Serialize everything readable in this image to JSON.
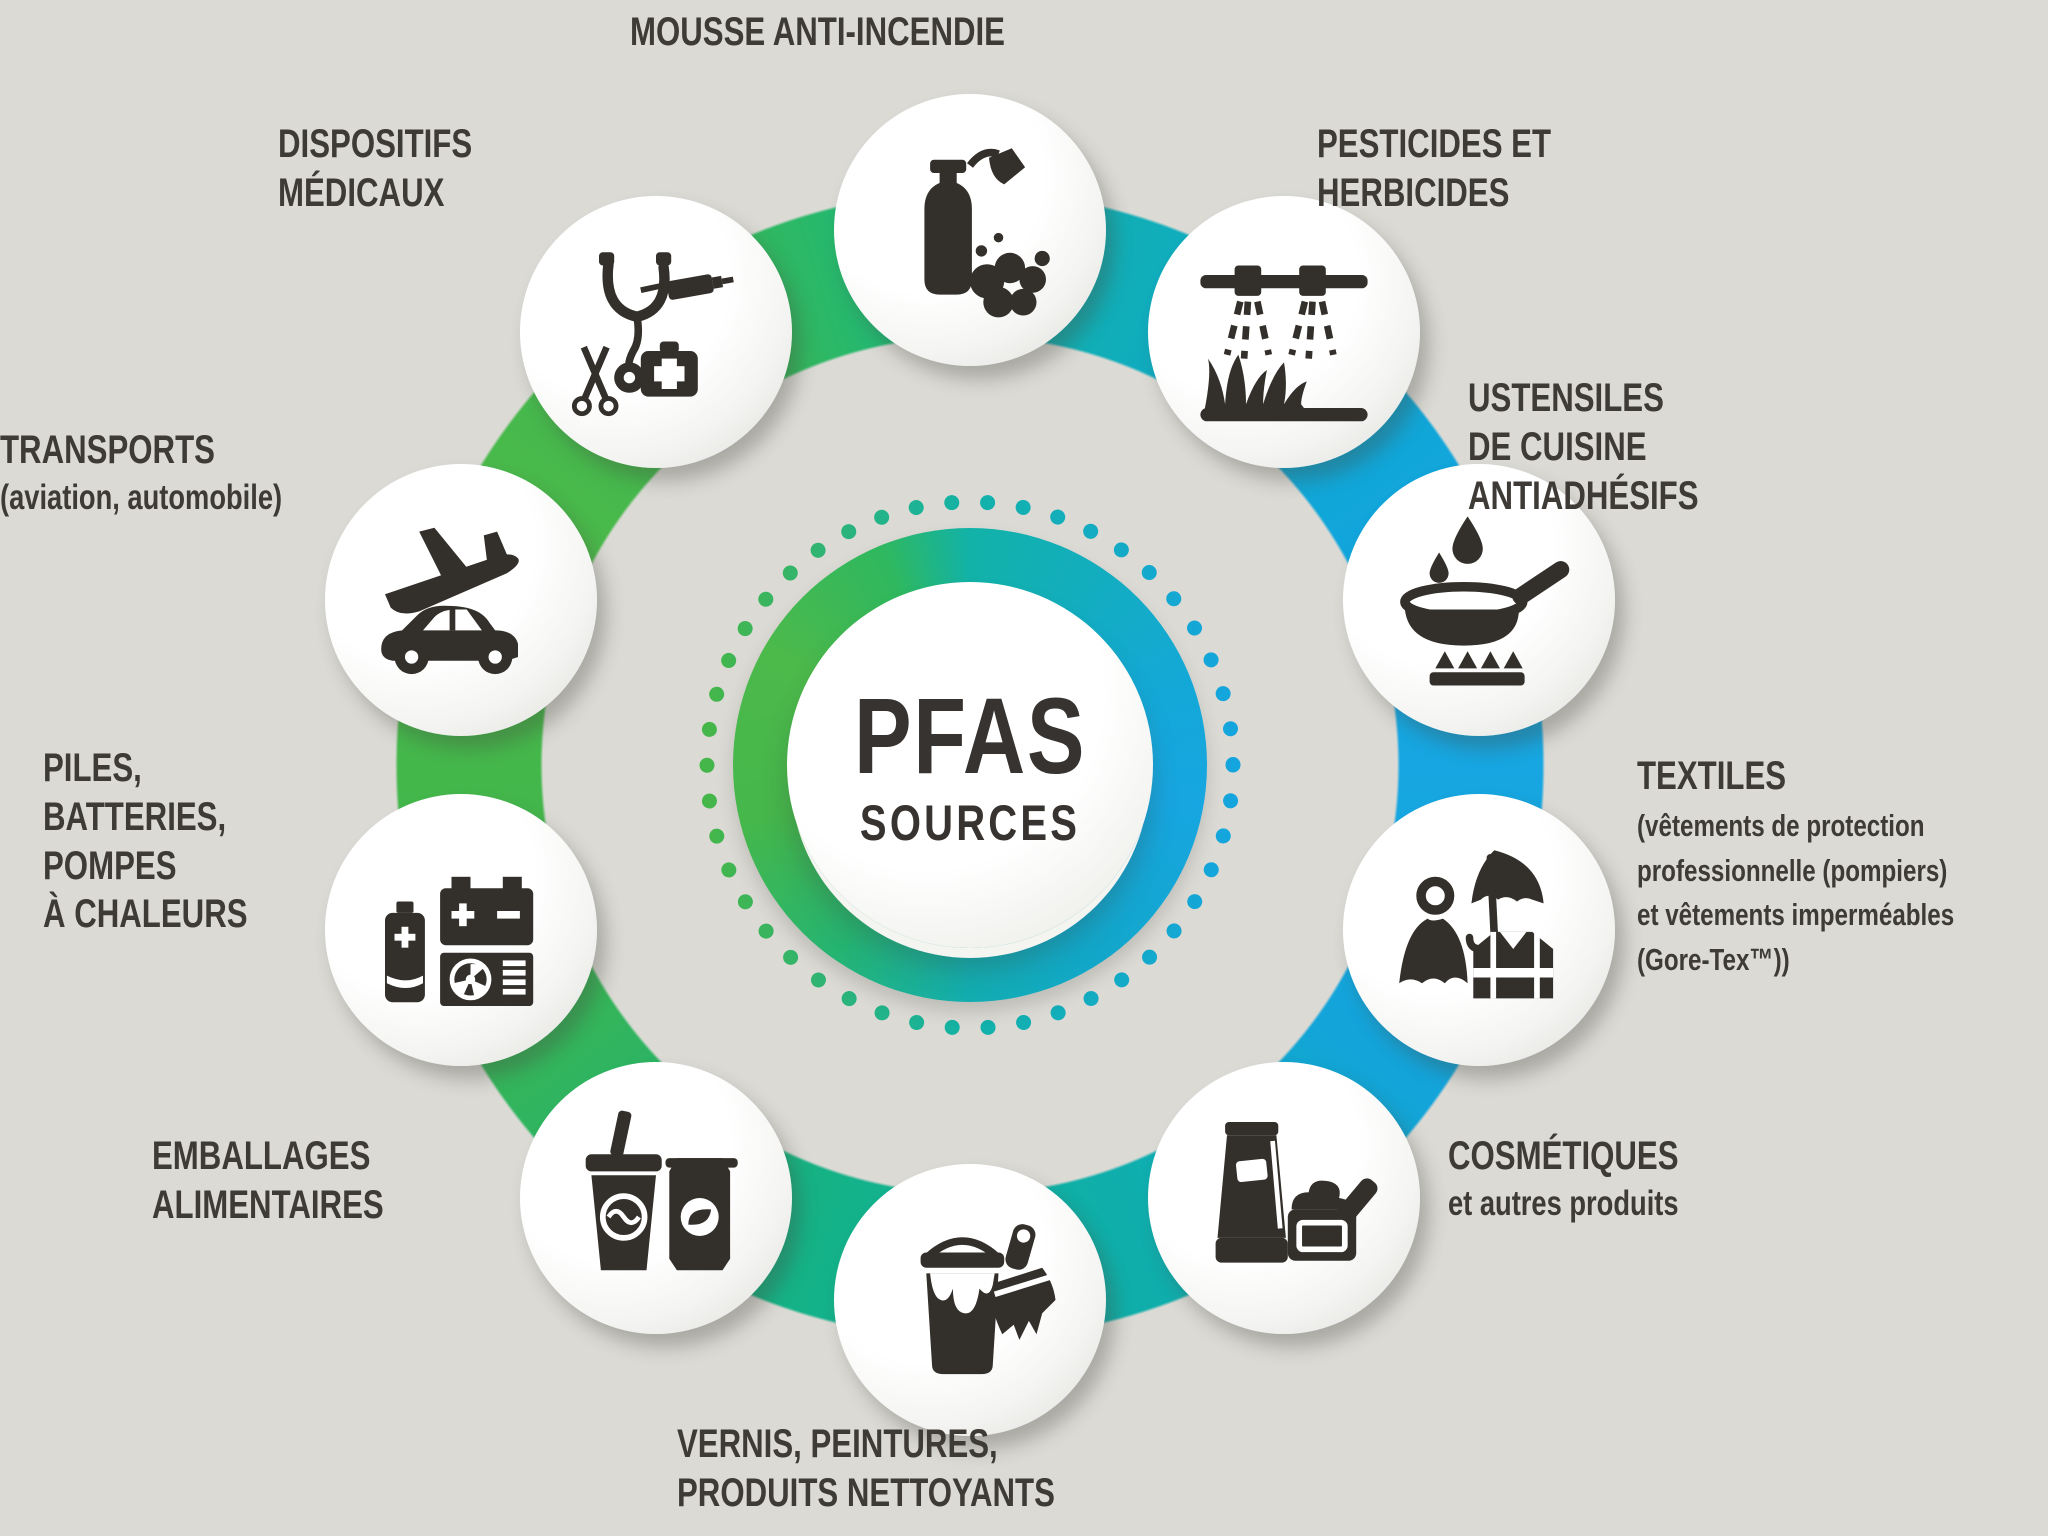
{
  "center": {
    "title": "PFAS",
    "subtitle": "SOURCES"
  },
  "colors": {
    "ring_green": "#45b649",
    "ring_teal": "#12b19b",
    "ring_blue": "#14a5de",
    "icon_dark": "#332f2a",
    "background": "#dbdad5",
    "label_text": "#3e3b37"
  },
  "items": [
    {
      "id": "mousse",
      "icon": "fire-extinguisher-icon",
      "lines": [
        "MOUSSE ANTI-INCENDIE"
      ],
      "sub": []
    },
    {
      "id": "pesticides",
      "icon": "crop-sprayer-icon",
      "lines": [
        "PESTICIDES ET",
        "HERBICIDES"
      ],
      "sub": []
    },
    {
      "id": "ustensiles",
      "icon": "frying-pan-icon",
      "lines": [
        "USTENSILES",
        "DE CUISINE",
        "ANTIADHÉSIFS"
      ],
      "sub": []
    },
    {
      "id": "textiles",
      "icon": "protective-clothing-icon",
      "lines": [
        "TEXTILES"
      ],
      "sub": [
        "(vêtements de protection",
        "professionnelle (pompiers)",
        "et vêtements imperméables",
        "(Gore-Tex™))"
      ]
    },
    {
      "id": "cosmetiques",
      "icon": "cosmetics-icon",
      "lines": [
        "COSMÉTIQUES"
      ],
      "sub": [
        "et autres produits"
      ]
    },
    {
      "id": "vernis",
      "icon": "paint-bucket-brush-icon",
      "lines": [
        "VERNIS, PEINTURES,",
        "PRODUITS NETTOYANTS"
      ],
      "sub": []
    },
    {
      "id": "emballages",
      "icon": "food-packaging-icon",
      "lines": [
        "EMBALLAGES",
        "ALIMENTAIRES"
      ],
      "sub": []
    },
    {
      "id": "piles",
      "icon": "battery-heat-pump-icon",
      "lines": [
        "PILES,",
        "BATTERIES,",
        "POMPES",
        "À CHALEURS"
      ],
      "sub": []
    },
    {
      "id": "transports",
      "icon": "plane-car-icon",
      "lines": [
        "TRANSPORTS"
      ],
      "sub": [
        "(aviation, automobile)"
      ]
    },
    {
      "id": "dispositifs",
      "icon": "medical-devices-icon",
      "lines": [
        "DISPOSITIFS",
        "MÉDICAUX"
      ],
      "sub": []
    }
  ]
}
